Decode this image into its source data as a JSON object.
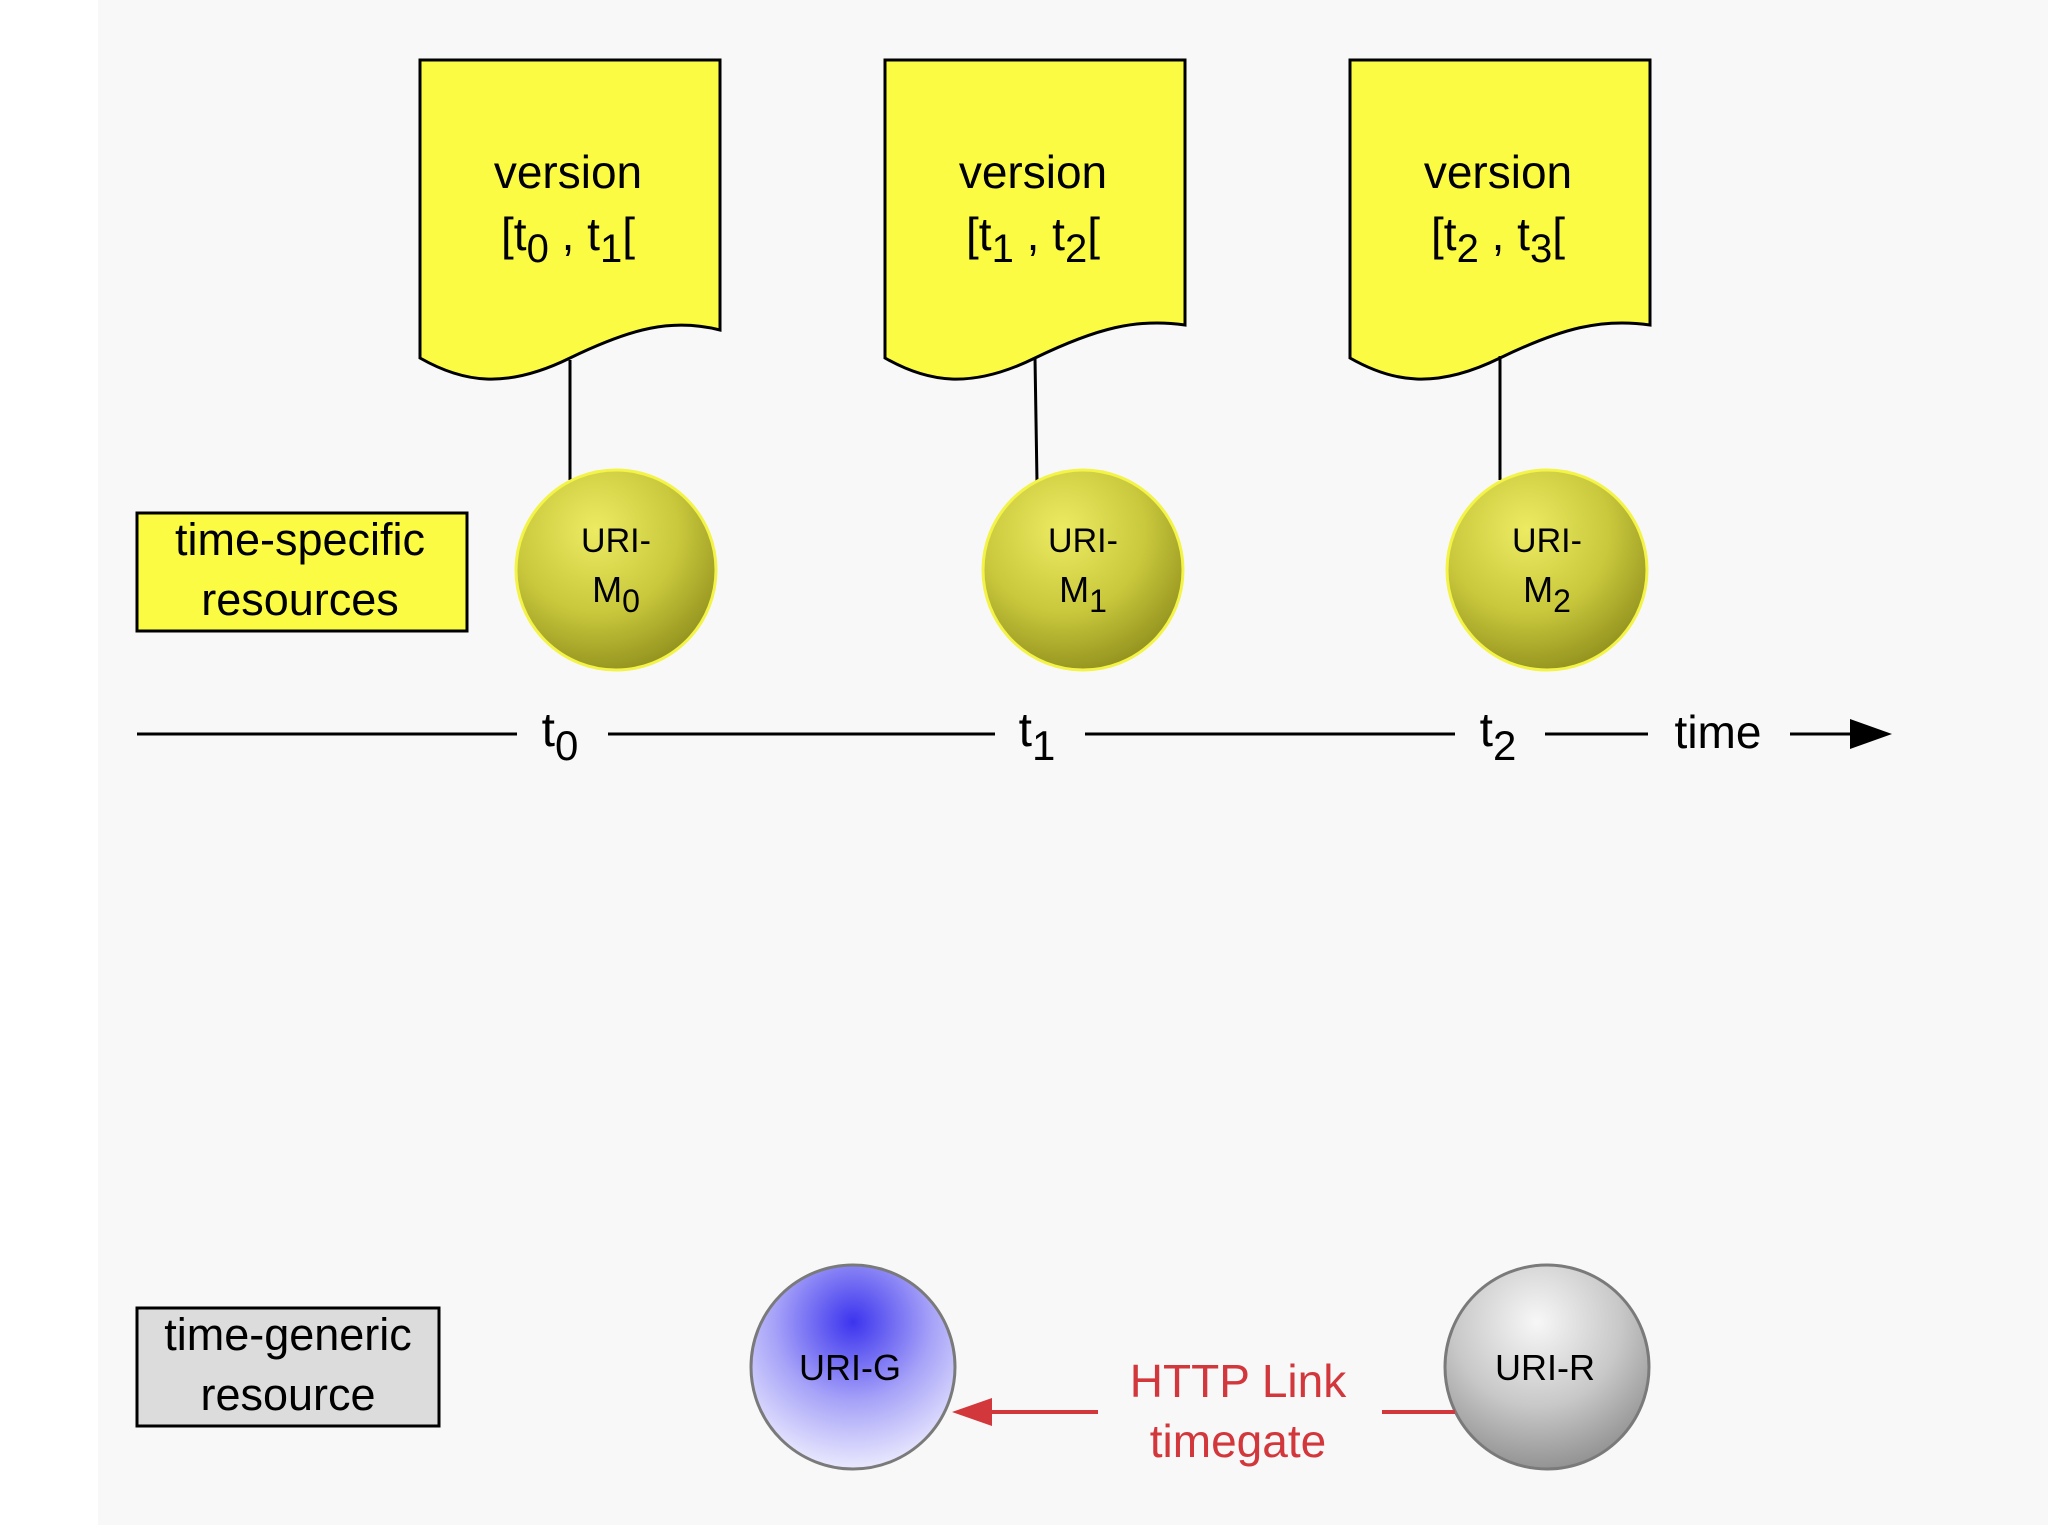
{
  "colors": {
    "page_background": "#f8f8f9",
    "version_doc_fill": "#fbfb44",
    "memento_label_fill": "#fbfb44",
    "generic_label_fill": "#dcdcdc",
    "memento_ball": "#c9c83c",
    "timegate_ball": "#5b55f2",
    "original_ball": "#b4b4b4",
    "link_red": "#d2373c",
    "outline": "#000000"
  },
  "labels": {
    "time_specific": [
      "time-specific",
      "resources"
    ],
    "time_generic": [
      "time-generic",
      "resource"
    ]
  },
  "versions": [
    {
      "word": "version",
      "start_sub": "0",
      "end_sub": "1"
    },
    {
      "word": "version",
      "start_sub": "1",
      "end_sub": "2"
    },
    {
      "word": "version",
      "start_sub": "2",
      "end_sub": "3"
    }
  ],
  "mementos": [
    {
      "top": "URI-",
      "base": "M",
      "sub": "0"
    },
    {
      "top": "URI-",
      "base": "M",
      "sub": "1"
    },
    {
      "top": "URI-",
      "base": "M",
      "sub": "2"
    }
  ],
  "timeline": {
    "ticks": [
      {
        "base": "t",
        "sub": "0"
      },
      {
        "base": "t",
        "sub": "1"
      },
      {
        "base": "t",
        "sub": "2"
      }
    ],
    "time_label": "time"
  },
  "timegate": {
    "label": "URI-G"
  },
  "original": {
    "label": "URI-R"
  },
  "link": {
    "line1": "HTTP Link",
    "line2": "timegate"
  }
}
